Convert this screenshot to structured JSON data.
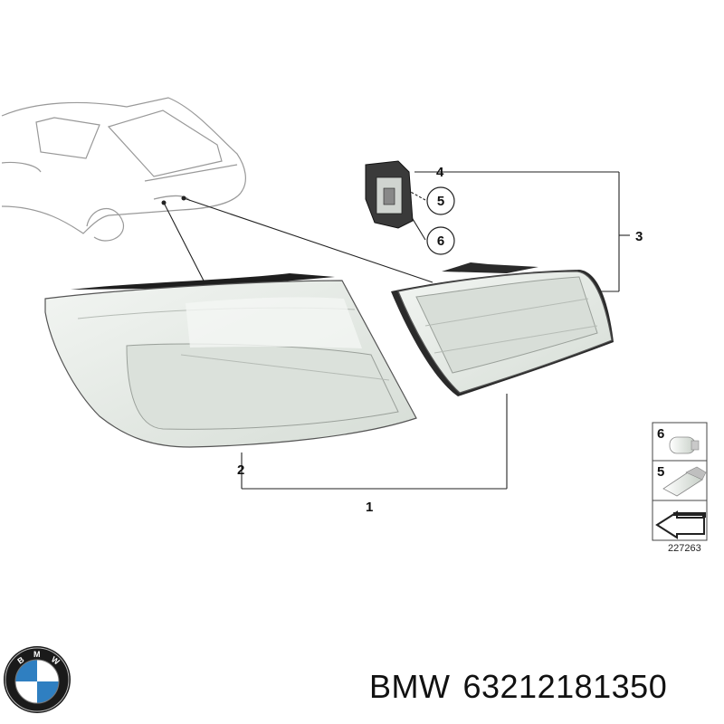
{
  "diagram": {
    "callouts": [
      "1",
      "2",
      "3",
      "4",
      "5",
      "6"
    ],
    "legend": {
      "items": [
        {
          "number": "6",
          "icon": "wedge-bulb-icon"
        },
        {
          "number": "5",
          "icon": "festoon-bulb-icon"
        }
      ],
      "reference": "227263"
    }
  },
  "footer": {
    "brand": "BMW",
    "part_number": "63212181350",
    "logo": "bmw-roundel-icon"
  },
  "colors": {
    "lens": "#e6ebe6",
    "housing": "#1e1e1e",
    "line": "#222222"
  }
}
